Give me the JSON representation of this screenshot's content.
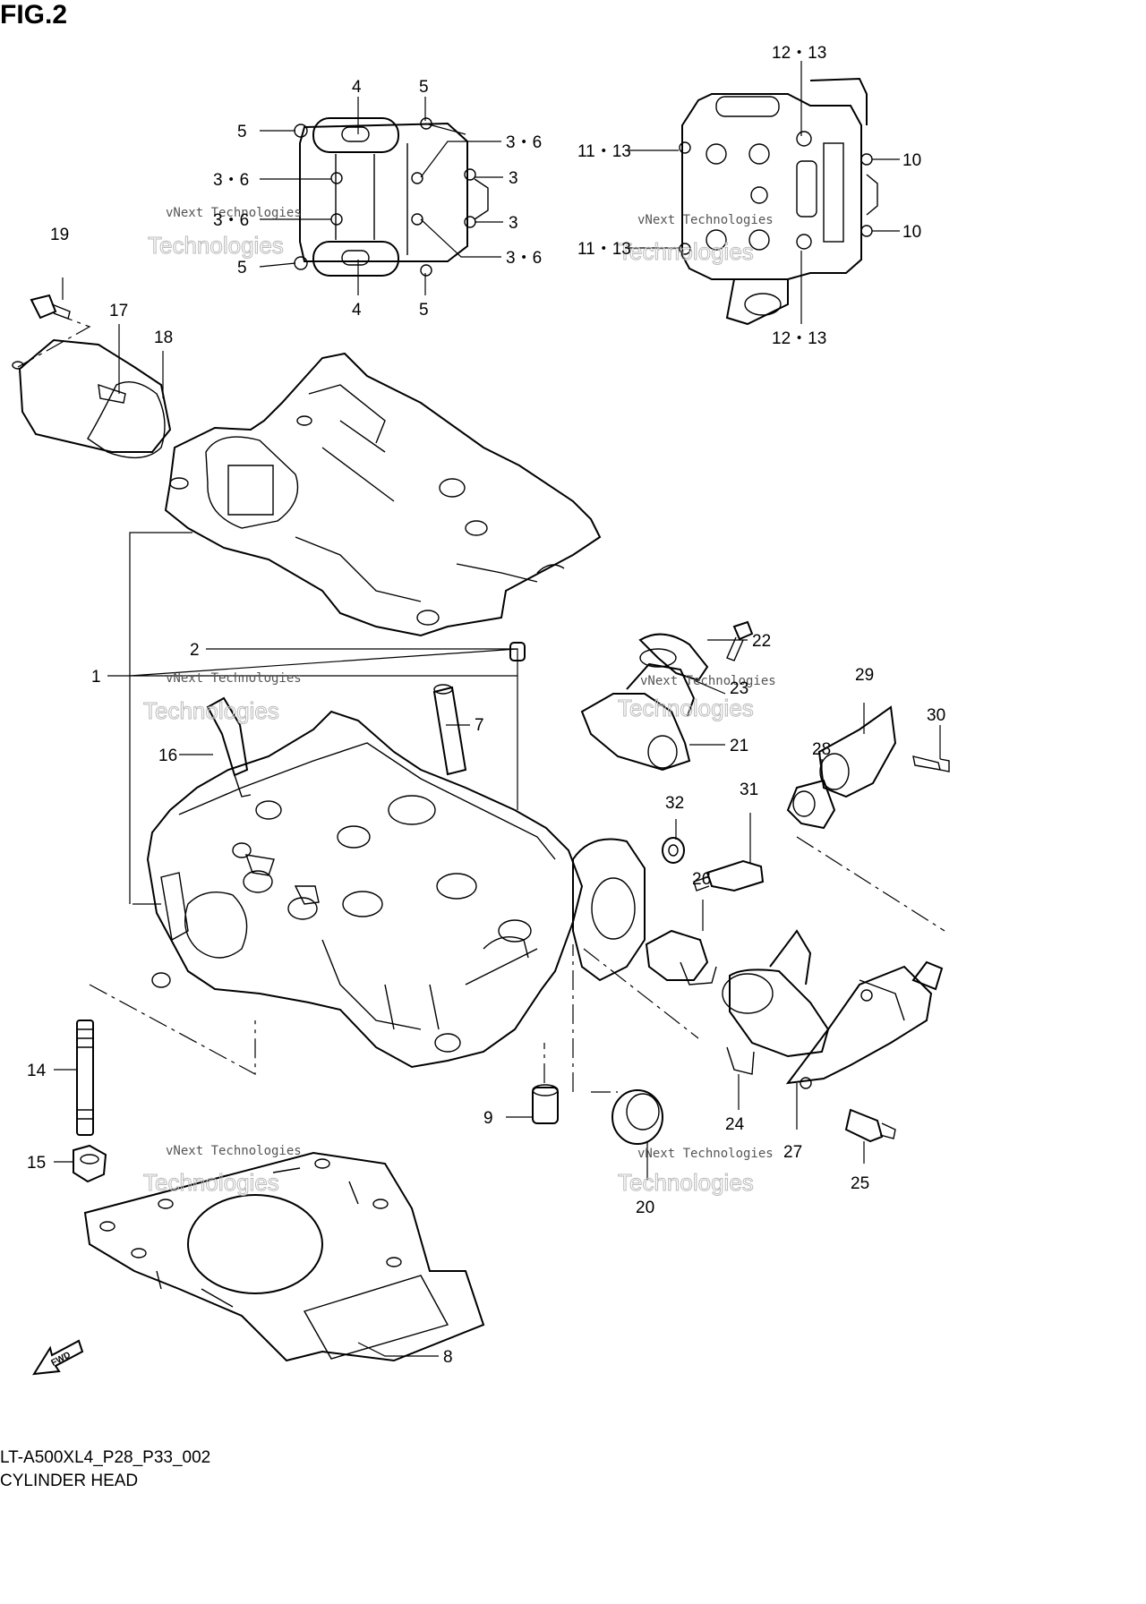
{
  "figure": {
    "title": "FIG.2"
  },
  "caption": {
    "code": "LT-A500XL4_P28_P33_002",
    "name": "CYLINDER HEAD"
  },
  "fwd_label": "FWD",
  "watermark": {
    "line1": "vNext Technologies",
    "line2": "Technologies"
  },
  "callouts": {
    "c1": "1",
    "c2": "2",
    "c3a": "3",
    "c3b": "3",
    "c36a": "3・6",
    "c36b": "3・6",
    "c36c": "3・6",
    "c36d": "3・6",
    "c4a": "4",
    "c4b": "4",
    "c5a": "5",
    "c5b": "5",
    "c5c": "5",
    "c5d": "5",
    "c7": "7",
    "c8": "8",
    "c9": "9",
    "c10a": "10",
    "c10b": "10",
    "c1113a": "11・13",
    "c1113b": "11・13",
    "c1213a": "12・13",
    "c1213b": "12・13",
    "c14": "14",
    "c15": "15",
    "c16": "16",
    "c17": "17",
    "c18": "18",
    "c19": "19",
    "c20": "20",
    "c21": "21",
    "c22": "22",
    "c23": "23",
    "c24": "24",
    "c25": "25",
    "c26": "26",
    "c27": "27",
    "c28": "28",
    "c29": "29",
    "c30": "30",
    "c31": "31",
    "c32": "32"
  }
}
